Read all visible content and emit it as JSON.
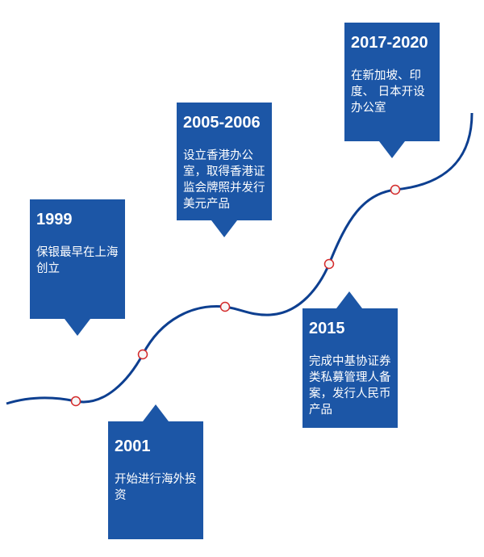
{
  "colors": {
    "box": "#1c56a6",
    "line": "#0d3f90",
    "marker_stroke": "#d42a2a",
    "marker_fill": "#f7f7f7"
  },
  "events": [
    {
      "year": "1999",
      "text": "保银最早在上海创立"
    },
    {
      "year": "2001",
      "text": "开始进行海外投资"
    },
    {
      "year": "2005-2006",
      "text": "设立香港办公室，取得香港证监会牌照并发行美元产品"
    },
    {
      "year": "2015",
      "text": "完成中基协证券类私募管理人备案，发行人民币产品"
    },
    {
      "year": "2017-2020",
      "text": "在新加坡、印度、 日本开设办公室"
    }
  ]
}
